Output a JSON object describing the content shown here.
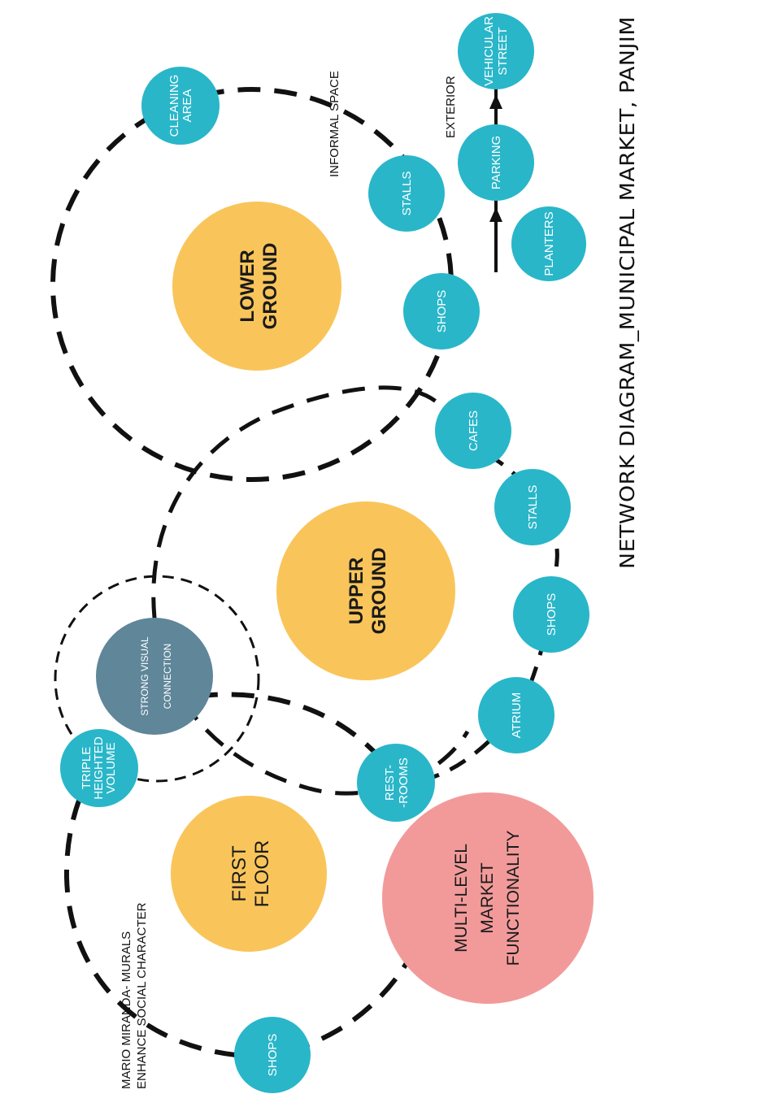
{
  "title": "NETWORK DIAGRAM_MUNICIPAL MARKET, PANJIM",
  "colors": {
    "node": "#29B6C9",
    "level": "#F9C55A",
    "multi": "#F29A9A",
    "connection": "#5F8699",
    "line": "#111111"
  },
  "levels": {
    "lower": [
      "LOWER",
      "GROUND"
    ],
    "upper": [
      "UPPER",
      "GROUND"
    ],
    "first": [
      "FIRST",
      "FLOOR"
    ]
  },
  "multi_level": [
    "MULTI-LEVEL",
    "MARKET",
    "FUNCTIONALITY"
  ],
  "strong_visual": [
    "STRONG VISUAL",
    "CONNECTION"
  ],
  "nodes": {
    "vehicular": [
      "VEHICULAR",
      "STREET"
    ],
    "parking": "PARKING",
    "planters": "PLANTERS",
    "cleaning": [
      "CLEANING",
      "AREA"
    ],
    "stalls_lower": "STALLS",
    "shops_lower": "SHOPS",
    "cafes": "CAFES",
    "stalls_upper": "STALLS",
    "shops_upper": "SHOPS",
    "atrium": "ATRIUM",
    "restrooms": [
      "REST-",
      "-ROOMS"
    ],
    "triple": [
      "TRIPLE",
      "HEIGHTED",
      "VOLUME"
    ],
    "shops_first": "SHOPS"
  },
  "notes": {
    "exterior": "EXTERIOR",
    "informal": "INFORMAL SPACE",
    "murals": [
      "MARIO MIRANDA- MURALS",
      "ENHANCE SOCIAL CHARACTER"
    ]
  }
}
